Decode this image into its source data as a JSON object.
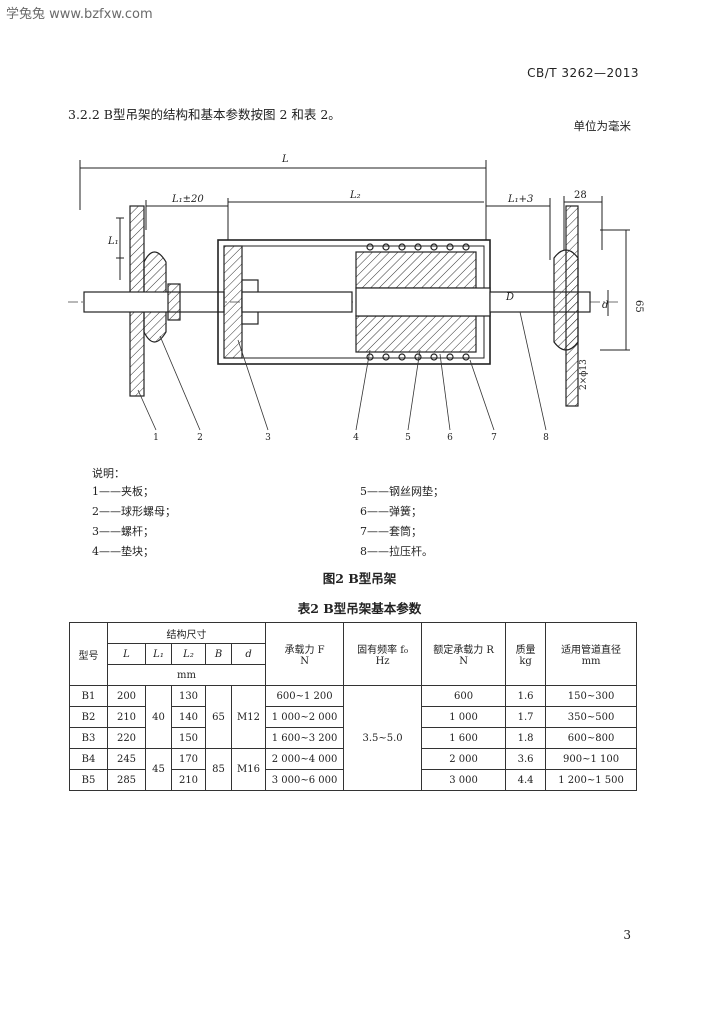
{
  "watermark": "学兔兔 www.bzfxw.com",
  "standard_code": "CB/T 3262—2013",
  "clause_text": "3.2.2  B型吊架的结构和基本参数按图 2 和表 2。",
  "unit_note": "单位为毫米",
  "figure": {
    "dim_L": "L",
    "dim_L1_tol": "L₁±20",
    "dim_L2": "L₂",
    "dim_L1_plus": "L₁+3",
    "dim_28": "28",
    "dim_L1": "L₁",
    "dim_D": "D",
    "dim_d": "d",
    "dim_65": "65",
    "dim_holes": "2×ϕ13",
    "callouts": [
      "1",
      "2",
      "3",
      "4",
      "5",
      "6",
      "7",
      "8"
    ]
  },
  "legend": {
    "title": "说明：",
    "left": [
      "1——夹板；",
      "2——球形螺母；",
      "3——螺杆；",
      "4——垫块；"
    ],
    "right": [
      "5——钢丝网垫；",
      "6——弹簧；",
      "7——套筒；",
      "8——拉压杆。"
    ]
  },
  "figure_caption": "图2  B型吊架",
  "table_caption": "表2  B型吊架基本参数",
  "table": {
    "h_model": "型号",
    "h_struct": "结构尺寸",
    "h_L": "L",
    "h_L1": "L₁",
    "h_L2": "L₂",
    "h_B": "B",
    "h_d": "d",
    "h_unit_mm": "mm",
    "h_load": "承载力 F",
    "h_load_unit": "N",
    "h_freq": "固有频率 f₀",
    "h_freq_unit": "Hz",
    "h_rated": "额定承载力 R",
    "h_rated_unit": "N",
    "h_mass": "质量",
    "h_mass_unit": "kg",
    "h_pipe": "适用管道直径",
    "h_pipe_unit": "mm",
    "freq_value": "3.5~5.0",
    "l1_group1": "40",
    "l1_group2": "45",
    "b_group1": "65",
    "b_group2": "85",
    "d_group1": "M12",
    "d_group2": "M16",
    "rows": [
      {
        "model": "B1",
        "L": "200",
        "L2": "130",
        "F": "600~1 200",
        "R": "600",
        "mass": "1.6",
        "pipe": "150~300"
      },
      {
        "model": "B2",
        "L": "210",
        "L2": "140",
        "F": "1 000~2 000",
        "R": "1 000",
        "mass": "1.7",
        "pipe": "350~500"
      },
      {
        "model": "B3",
        "L": "220",
        "L2": "150",
        "F": "1 600~3 200",
        "R": "1 600",
        "mass": "1.8",
        "pipe": "600~800"
      },
      {
        "model": "B4",
        "L": "245",
        "L2": "170",
        "F": "2 000~4 000",
        "R": "2 000",
        "mass": "3.6",
        "pipe": "900~1 100"
      },
      {
        "model": "B5",
        "L": "285",
        "L2": "210",
        "F": "3 000~6 000",
        "R": "3 000",
        "mass": "4.4",
        "pipe": "1 200~1 500"
      }
    ]
  },
  "page_number": "3"
}
